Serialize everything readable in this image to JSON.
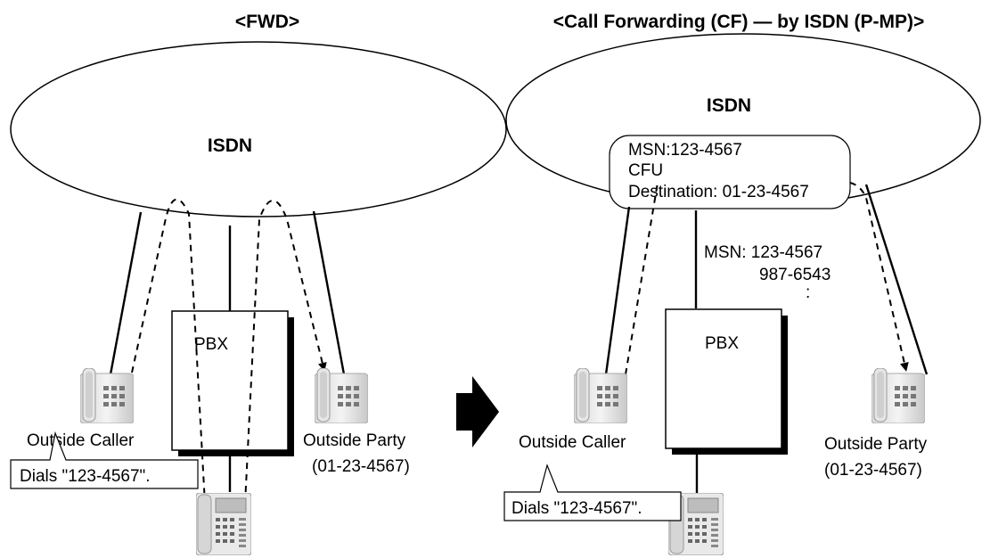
{
  "left": {
    "title": "<FWD>",
    "network": "ISDN",
    "pbx": "PBX",
    "caller": "Outside Caller",
    "party": "Outside Party",
    "party_number": "(01-23-4567)",
    "callout": "Dials \"123-4567\"."
  },
  "right": {
    "title": "<Call Forwarding (CF) — by ISDN (P-MP)>",
    "network": "ISDN",
    "box_msn": "MSN:123-4567",
    "box_cfu": "CFU",
    "box_destination": "Destination: 01-23-4567",
    "msn_label": "MSN: 123-4567",
    "msn_second": "987-6543",
    "msn_more": ":",
    "pbx": "PBX",
    "caller": "Outside Caller",
    "party": "Outside Party",
    "party_number": "(01-23-4567)",
    "callout": "Dials \"123-4567\"."
  },
  "arrow_icon": "transition-arrow-icon",
  "icons": {
    "outside_phone": "phone-icon",
    "extension_phone": "desk-phone-icon"
  }
}
